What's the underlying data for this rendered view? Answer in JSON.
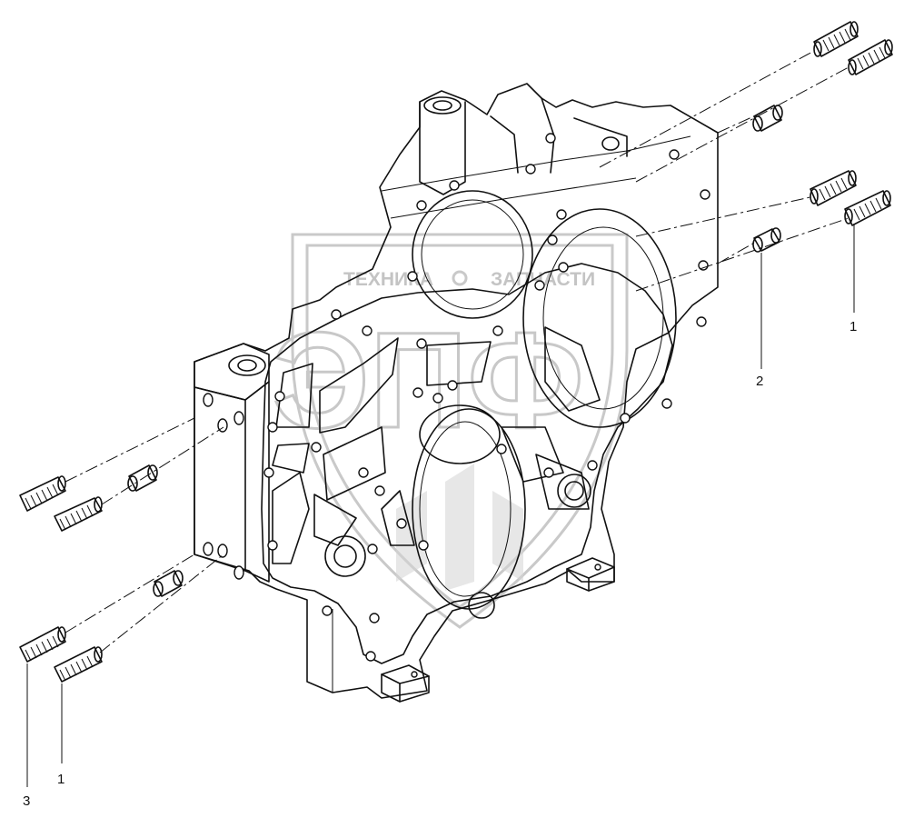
{
  "watermark": {
    "line1": "ТЕХНИКА",
    "line2": "ЗАПЧАСТИ",
    "logo": "ЭПФ"
  },
  "callouts": [
    {
      "id": "1a",
      "label": "1"
    },
    {
      "id": "2",
      "label": "2"
    },
    {
      "id": "3",
      "label": "3"
    },
    {
      "id": "1b",
      "label": "1"
    }
  ],
  "icons": {
    "watermark_emblem": "wheat-ear-logo",
    "stud": "threaded-stud-icon",
    "dowel": "dowel-pin-icon"
  }
}
